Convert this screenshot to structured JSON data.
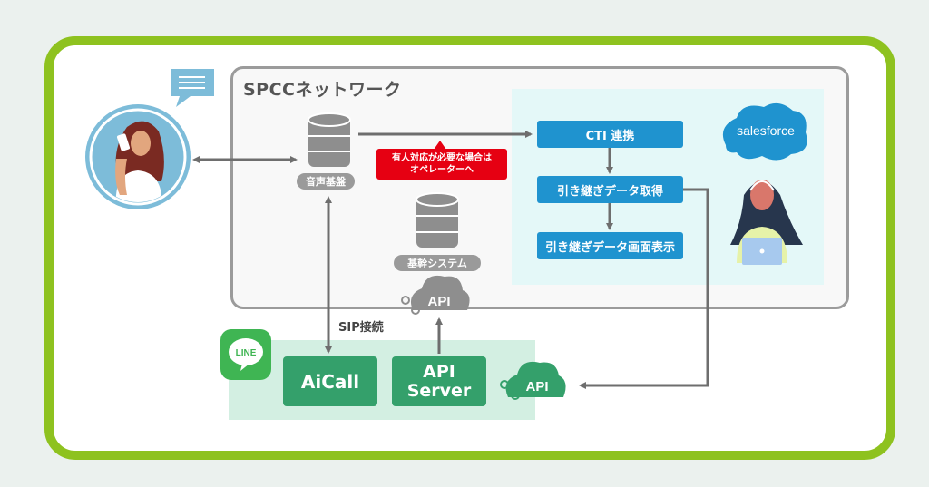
{
  "network": {
    "title": "SPCCネットワーク"
  },
  "nodes": {
    "voice_platform": "音声基盤",
    "core_system": "基幹システム",
    "core_api": "API",
    "aicall": "AiCall",
    "api_server_line1": "API",
    "api_server_line2": "Server",
    "line_api": "API",
    "line_logo": "LINE",
    "salesforce_logo": "salesforce"
  },
  "flow": {
    "steps": [
      "CTI 連携",
      "引き継ぎデータ取得",
      "引き継ぎデータ画面表示"
    ]
  },
  "callout": {
    "line1": "有人対応が必要な場合は",
    "line2": "オペレーターへ"
  },
  "connection_label": "SIP接続",
  "colors": {
    "frame": "#8ec21f",
    "flow_box": "#1f93cf",
    "green_box": "#34a06b",
    "callout": "#e60012",
    "arrow": "#6e6e6e"
  }
}
